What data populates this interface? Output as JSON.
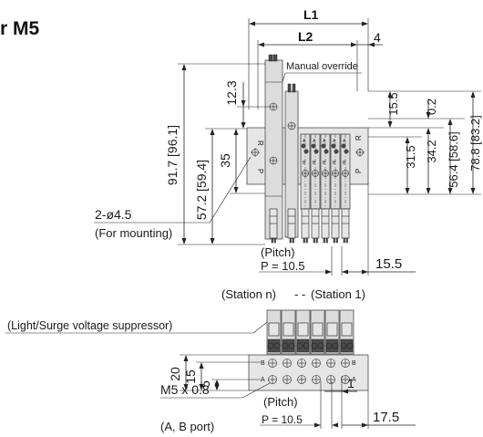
{
  "header": {
    "fragment": "r M5"
  },
  "top_view": {
    "dims_top": {
      "l1": "L1",
      "l2": "L2",
      "four": "4"
    },
    "manual_override": "Manual override",
    "dims_left": {
      "d1": "91.7 [96.1]",
      "d2": "57.2 [59.4]",
      "d3": "35",
      "d4": "12.3"
    },
    "dims_right": {
      "d1": "15.5",
      "d2": "0.2",
      "d3": "31.5",
      "d4": "34.2",
      "d5": "56.4 [58.6]",
      "d6": "78.8 [83.2]"
    },
    "block_letters": {
      "r": "R",
      "p_left": "P",
      "p_right": "P"
    },
    "valve_letters": [
      "A",
      "B",
      "A",
      "B",
      "A",
      "B",
      "A",
      "B",
      "A",
      "B"
    ],
    "mounting_hole": "2-ø4.5",
    "mounting_note": "(For mounting)",
    "pitch_label": "(Pitch)",
    "pitch_value": "P = 10.5",
    "end_dim": "15.5"
  },
  "bottom_view": {
    "station_n": "(Station n)",
    "station_1": "(Station 1)",
    "light_label": "(Light/Surge voltage suppressor)",
    "dims_left": {
      "d20": "20",
      "d15": "15",
      "d5": "5"
    },
    "port_letters": {
      "b_left": "B",
      "a_left": "A",
      "b_right": "B",
      "a_right": "A"
    },
    "port_thread": "M5 x 0.8",
    "port_note": "(A, B port)",
    "pitch_label": "(Pitch)",
    "pitch_value": "P = 10.5",
    "dim_one": "1",
    "end_dim": "17.5"
  }
}
